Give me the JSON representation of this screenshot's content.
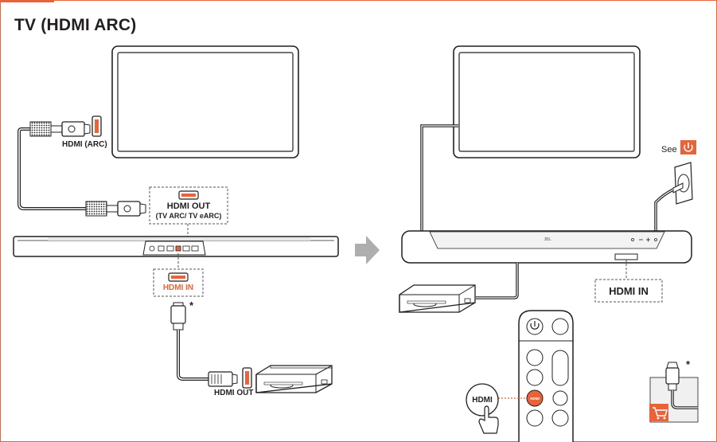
{
  "title": "TV (HDMI ARC)",
  "labels": {
    "tv_port": "HDMI (ARC)",
    "soundbar_out_line1": "HDMI OUT",
    "soundbar_out_line2": "(TV ARC/ TV eARC)",
    "soundbar_in_left": "HDMI IN",
    "source_out": "HDMI OUT",
    "asterisk_left": "*",
    "see": "See",
    "soundbar_in_right": "HDMI IN",
    "remote_button": "HDMI",
    "remote_key": "HDMI",
    "asterisk_right": "*",
    "brand": "JBL"
  },
  "colors": {
    "accent": "#e8633a",
    "line": "#231f20",
    "panel": "#f2f2f2"
  },
  "icons": [
    "power-icon",
    "shopping-cart-icon",
    "arrow-right-icon",
    "hand-pointer-icon"
  ]
}
